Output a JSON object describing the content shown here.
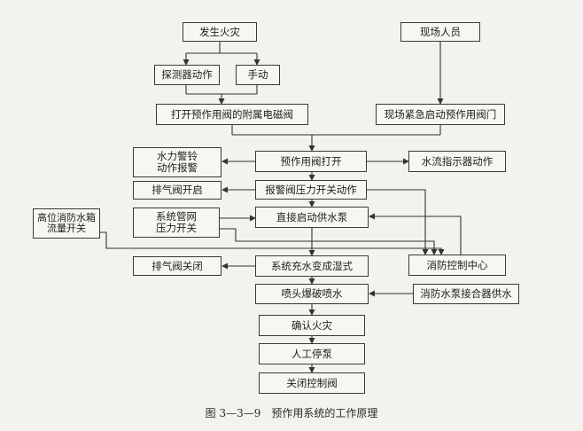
{
  "nodes": {
    "fire": "发生火灾",
    "personnel": "现场人员",
    "detector": "探测器动作",
    "manual": "手动",
    "open_solenoid": "打开预作用阀的附属电磁阀",
    "emergency_start": "现场紧急启动预作用阀门",
    "water_bell": "水力警铃\n动作报警",
    "valve_open": "预作用阀打开",
    "flow_indicator": "水流指示器动作",
    "exhaust_open": "排气阀开启",
    "pressure_switch": "报警阀压力开关动作",
    "high_tank": "高位消防水箱\n流量开关",
    "pipe_pressure": "系统管网\n压力开关",
    "start_pump": "直接启动供水泵",
    "control_center": "消防控制中心",
    "exhaust_close": "排气阀关闭",
    "wet_system": "系统充水变成湿式",
    "sprinkler": "喷头爆破喷水",
    "pump_adapter": "消防水泵接合器供水",
    "confirm": "确认火灾",
    "stop_pump": "人工停泵",
    "close_valve": "关闭控制阀"
  },
  "caption": "图 3—3—9　预作用系统的工作原理"
}
